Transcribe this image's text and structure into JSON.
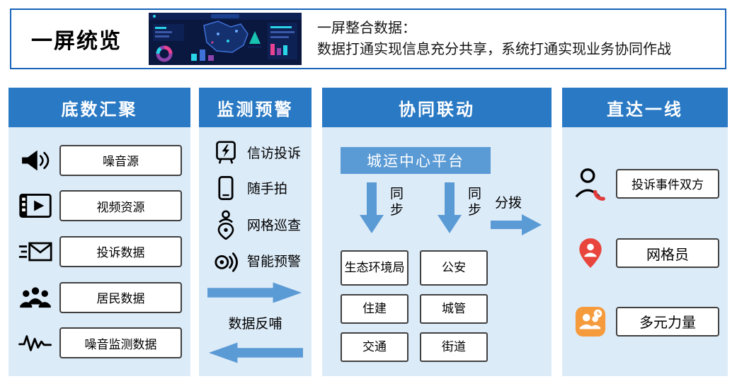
{
  "banner": {
    "title": "一屏统览",
    "desc_line1": "一屏整合数据：",
    "desc_line2": "数据打通实现信息充分共享，系统打通实现业务协同作战"
  },
  "columns": [
    {
      "header": "底数汇聚",
      "items": [
        {
          "icon": "megaphone-icon",
          "label": "噪音源"
        },
        {
          "icon": "video-icon",
          "label": "视频资源"
        },
        {
          "icon": "mail-icon",
          "label": "投诉数据"
        },
        {
          "icon": "people-icon",
          "label": "居民数据"
        },
        {
          "icon": "waveform-icon",
          "label": "噪音监测数据"
        }
      ]
    },
    {
      "header": "监测预警",
      "items": [
        {
          "icon": "petition-terminal-icon",
          "label": "信访投诉"
        },
        {
          "icon": "smartphone-icon",
          "label": "随手拍"
        },
        {
          "icon": "grid-patrol-icon",
          "label": "网格巡查"
        },
        {
          "icon": "smart-alert-icon",
          "label": "智能预警"
        }
      ],
      "feedback_label": "数据反哺"
    },
    {
      "header": "协同联动",
      "platform_label": "城运中心平台",
      "sync_label": "同步",
      "dispatch_label": "分拨",
      "departments": [
        "生态环境局",
        "公安",
        "住建",
        "城管",
        "交通",
        "街道"
      ]
    },
    {
      "header": "直达一线",
      "items": [
        {
          "icon": "person-phone-icon",
          "label": "投诉事件双方"
        },
        {
          "icon": "grid-worker-pin-icon",
          "label": "网格员"
        },
        {
          "icon": "multi-force-icon",
          "label": "多元力量"
        }
      ]
    }
  ],
  "colors": {
    "banner_border": "#1763b9",
    "header_blue": "#2979c4",
    "panel_light_blue": "#dcebf8",
    "arrow_blue": "#5b9bd5",
    "platform_blue": "#5b9bd5",
    "box_border": "#404040",
    "phone_red": "#e23a3a",
    "pin_red": "#e8453c",
    "force_orange": "#f59b3c"
  }
}
